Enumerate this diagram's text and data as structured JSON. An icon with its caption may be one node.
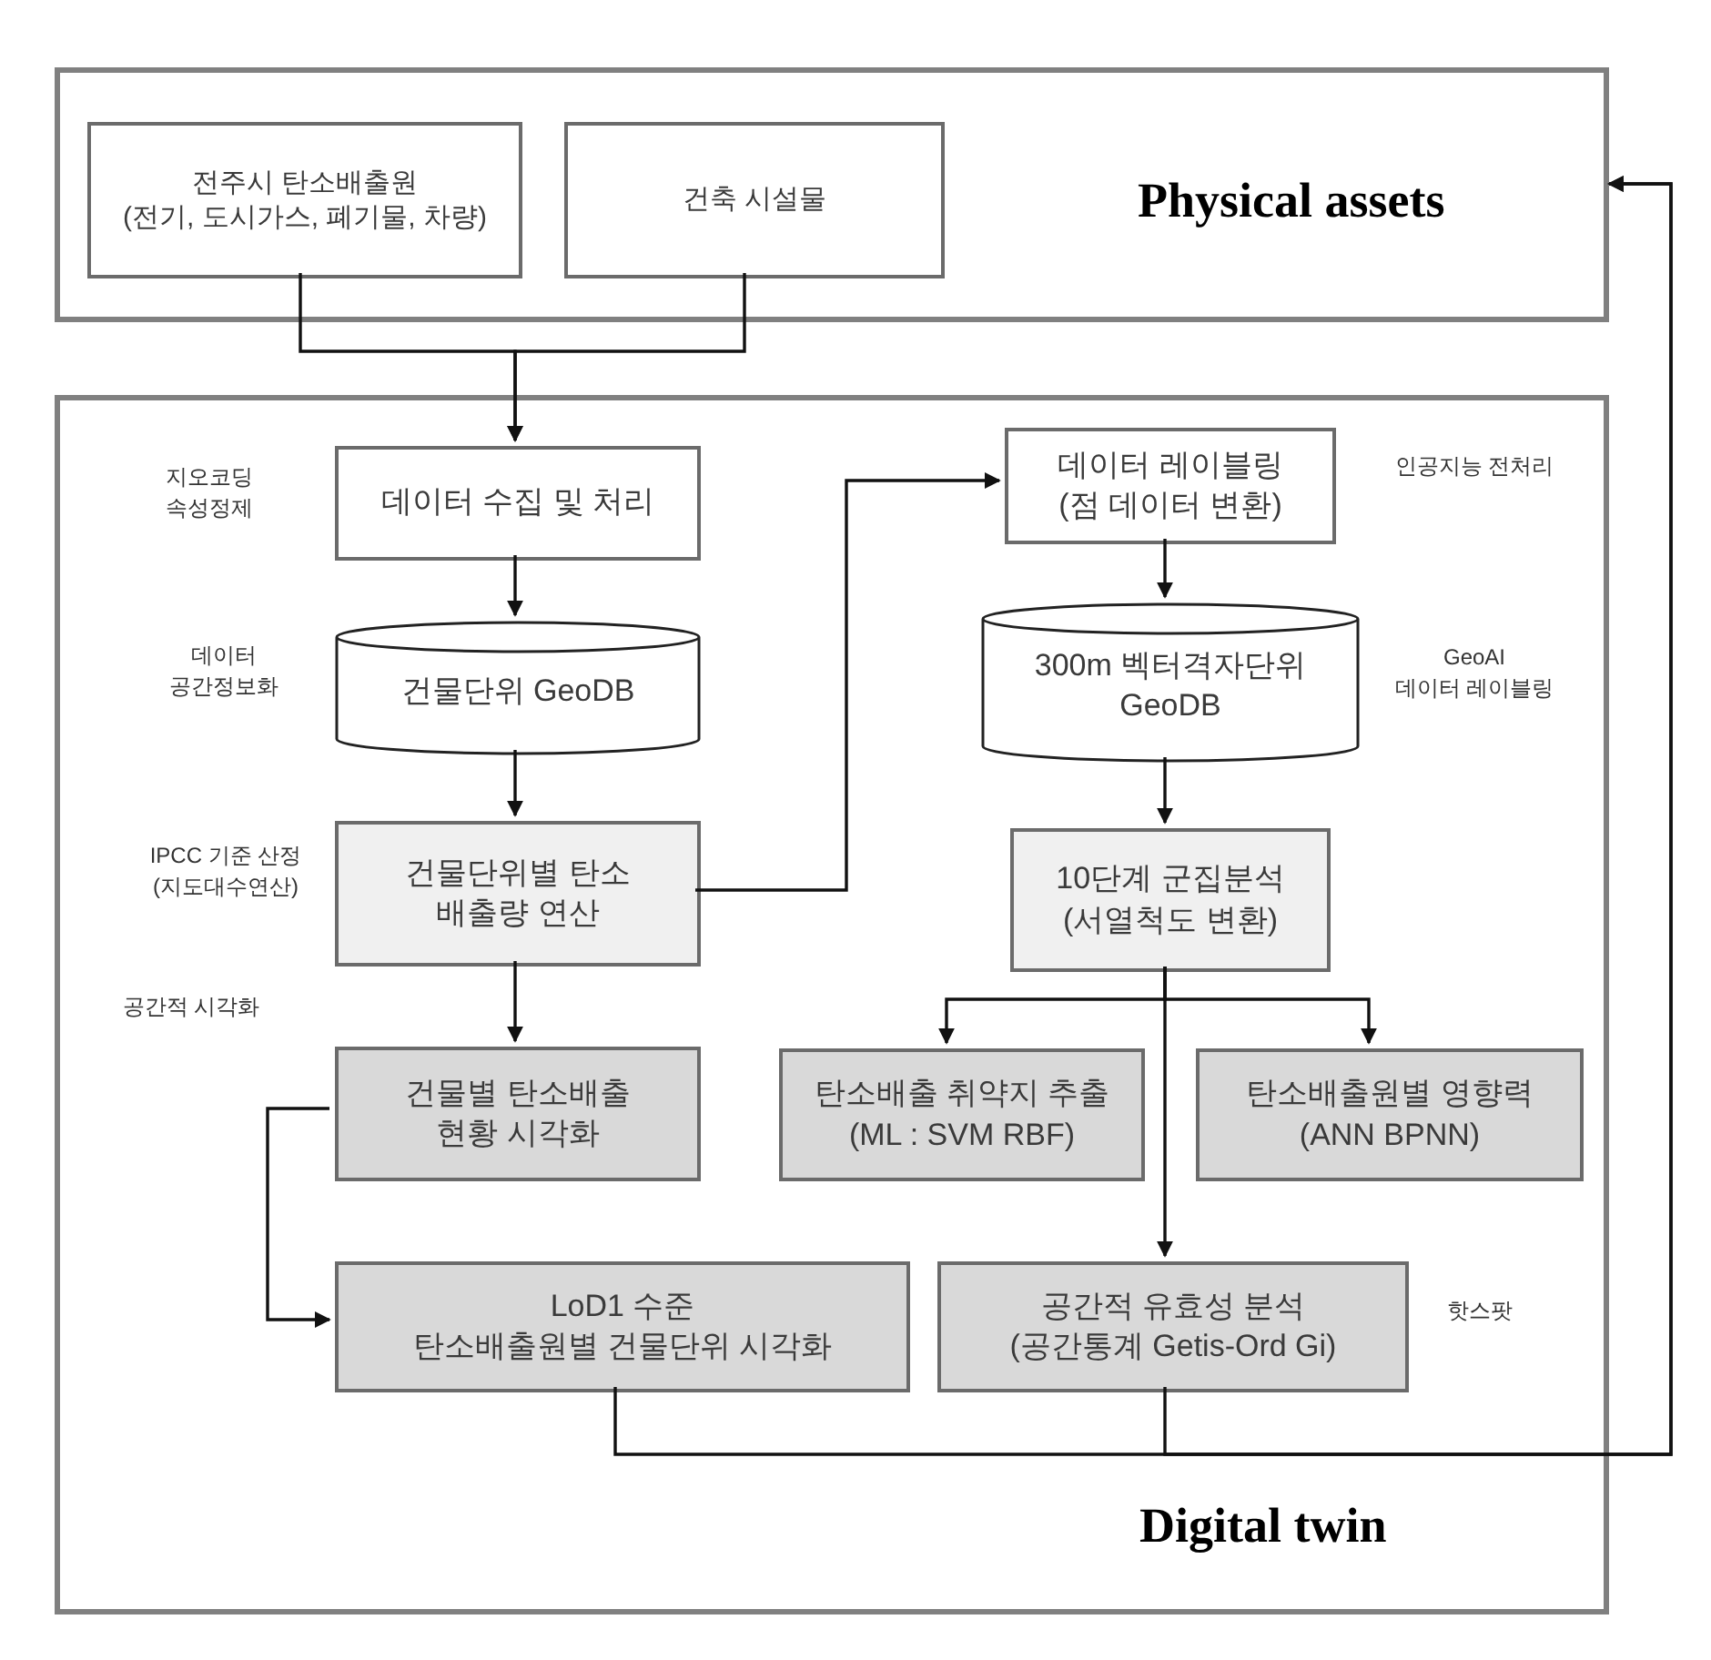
{
  "diagram": {
    "nodes": [
      {
        "text": [
          "Physical assets"
        ]
      },
      {
        "text": [
          "전주시 탄소배출원",
          "(전기, 도시가스, 폐기물, 차량)"
        ],
        "in": 0
      },
      {
        "text": [
          "건축 시설물"
        ],
        "in": 0
      },
      {
        "text": [
          "Digital twin"
        ]
      },
      {
        "text": [
          "데이터 수집 및 처리"
        ],
        "in": 3,
        "beside": [
          "지오코딩",
          "속성정제"
        ]
      },
      {
        "text": [
          "건물단위 GeoDB"
        ],
        "in": 3,
        "beside": [
          "데이터",
          "공간정보화"
        ]
      },
      {
        "text": [
          "건물단위별 탄소 배출량 연산"
        ],
        "in": 3,
        "beside": [
          "IPCC 기준 산정",
          "(지도대수연산)"
        ]
      },
      {
        "text": [
          "건물별 탄소배출 현황 시각화"
        ],
        "in": 3,
        "beside": [
          "공간적 시각화"
        ]
      },
      {
        "text": [
          "LoD1 수준",
          "탄소배출원별 건물단위 시각화"
        ],
        "in": 3
      },
      {
        "text": [
          "데이터 레이블링",
          "(점 데이터 변환)"
        ],
        "in": 3,
        "beside": [
          "인공지능 전처리"
        ]
      },
      {
        "text": [
          "300m 벡터격자단위 GeoDB"
        ],
        "in": 3,
        "beside": [
          "GeoAI",
          "데이터 레이블링"
        ]
      },
      {
        "text": [
          "10단계 군집분석",
          "(서열척도 변환)"
        ],
        "in": 3
      },
      {
        "text": [
          "탄소배출 취약지 추출",
          "(ML : SVM RBF)"
        ],
        "in": 3
      },
      {
        "text": [
          "탄소배출원별 영향력",
          "(ANN BPNN)"
        ],
        "in": 3
      },
      {
        "text": [
          "공간적 유효성 분석",
          "(공간통계 Getis-Ord Gi)"
        ],
        "in": 3,
        "beside": [
          "핫스팟"
        ]
      }
    ],
    "edges": [
      {
        "from": 1,
        "to": 4,
        "arrow": "to"
      },
      {
        "from": 2,
        "to": 4,
        "arrow": "to"
      },
      {
        "from": 4,
        "to": 5,
        "arrow": "to"
      },
      {
        "from": 5,
        "to": 6,
        "arrow": "to"
      },
      {
        "from": 6,
        "to": 9,
        "arrow": "to"
      },
      {
        "from": 6,
        "to": 7,
        "arrow": "to"
      },
      {
        "from": 7,
        "to": 8,
        "arrow": "to"
      },
      {
        "from": 9,
        "to": 10,
        "arrow": "to"
      },
      {
        "from": 10,
        "to": 11,
        "arrow": "to"
      },
      {
        "from": 11,
        "to": 12,
        "arrow": "to"
      },
      {
        "from": 11,
        "to": 13,
        "arrow": "to"
      },
      {
        "from": 11,
        "to": 14,
        "arrow": "to"
      },
      {
        "from": 8,
        "to": 0,
        "arrow": "to"
      },
      {
        "from": 14,
        "to": 0,
        "arrow": "to"
      }
    ]
  }
}
